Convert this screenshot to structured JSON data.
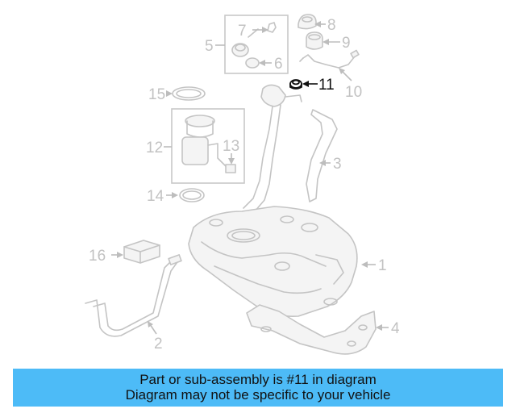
{
  "callouts": {
    "c1": "1",
    "c2": "2",
    "c3": "3",
    "c4": "4",
    "c5": "5",
    "c6": "6",
    "c7": "7",
    "c8": "8",
    "c9": "9",
    "c10": "10",
    "c11": "11",
    "c12": "12",
    "c13": "13",
    "c14": "14",
    "c15": "15",
    "c16": "16"
  },
  "highlight_color": "#111111",
  "part_color": "#c4c4c4",
  "notice": {
    "line1": "Part or sub-assembly is #11 in diagram",
    "line2": "Diagram may not be specific to your vehicle",
    "background": "#4dbbf7"
  }
}
